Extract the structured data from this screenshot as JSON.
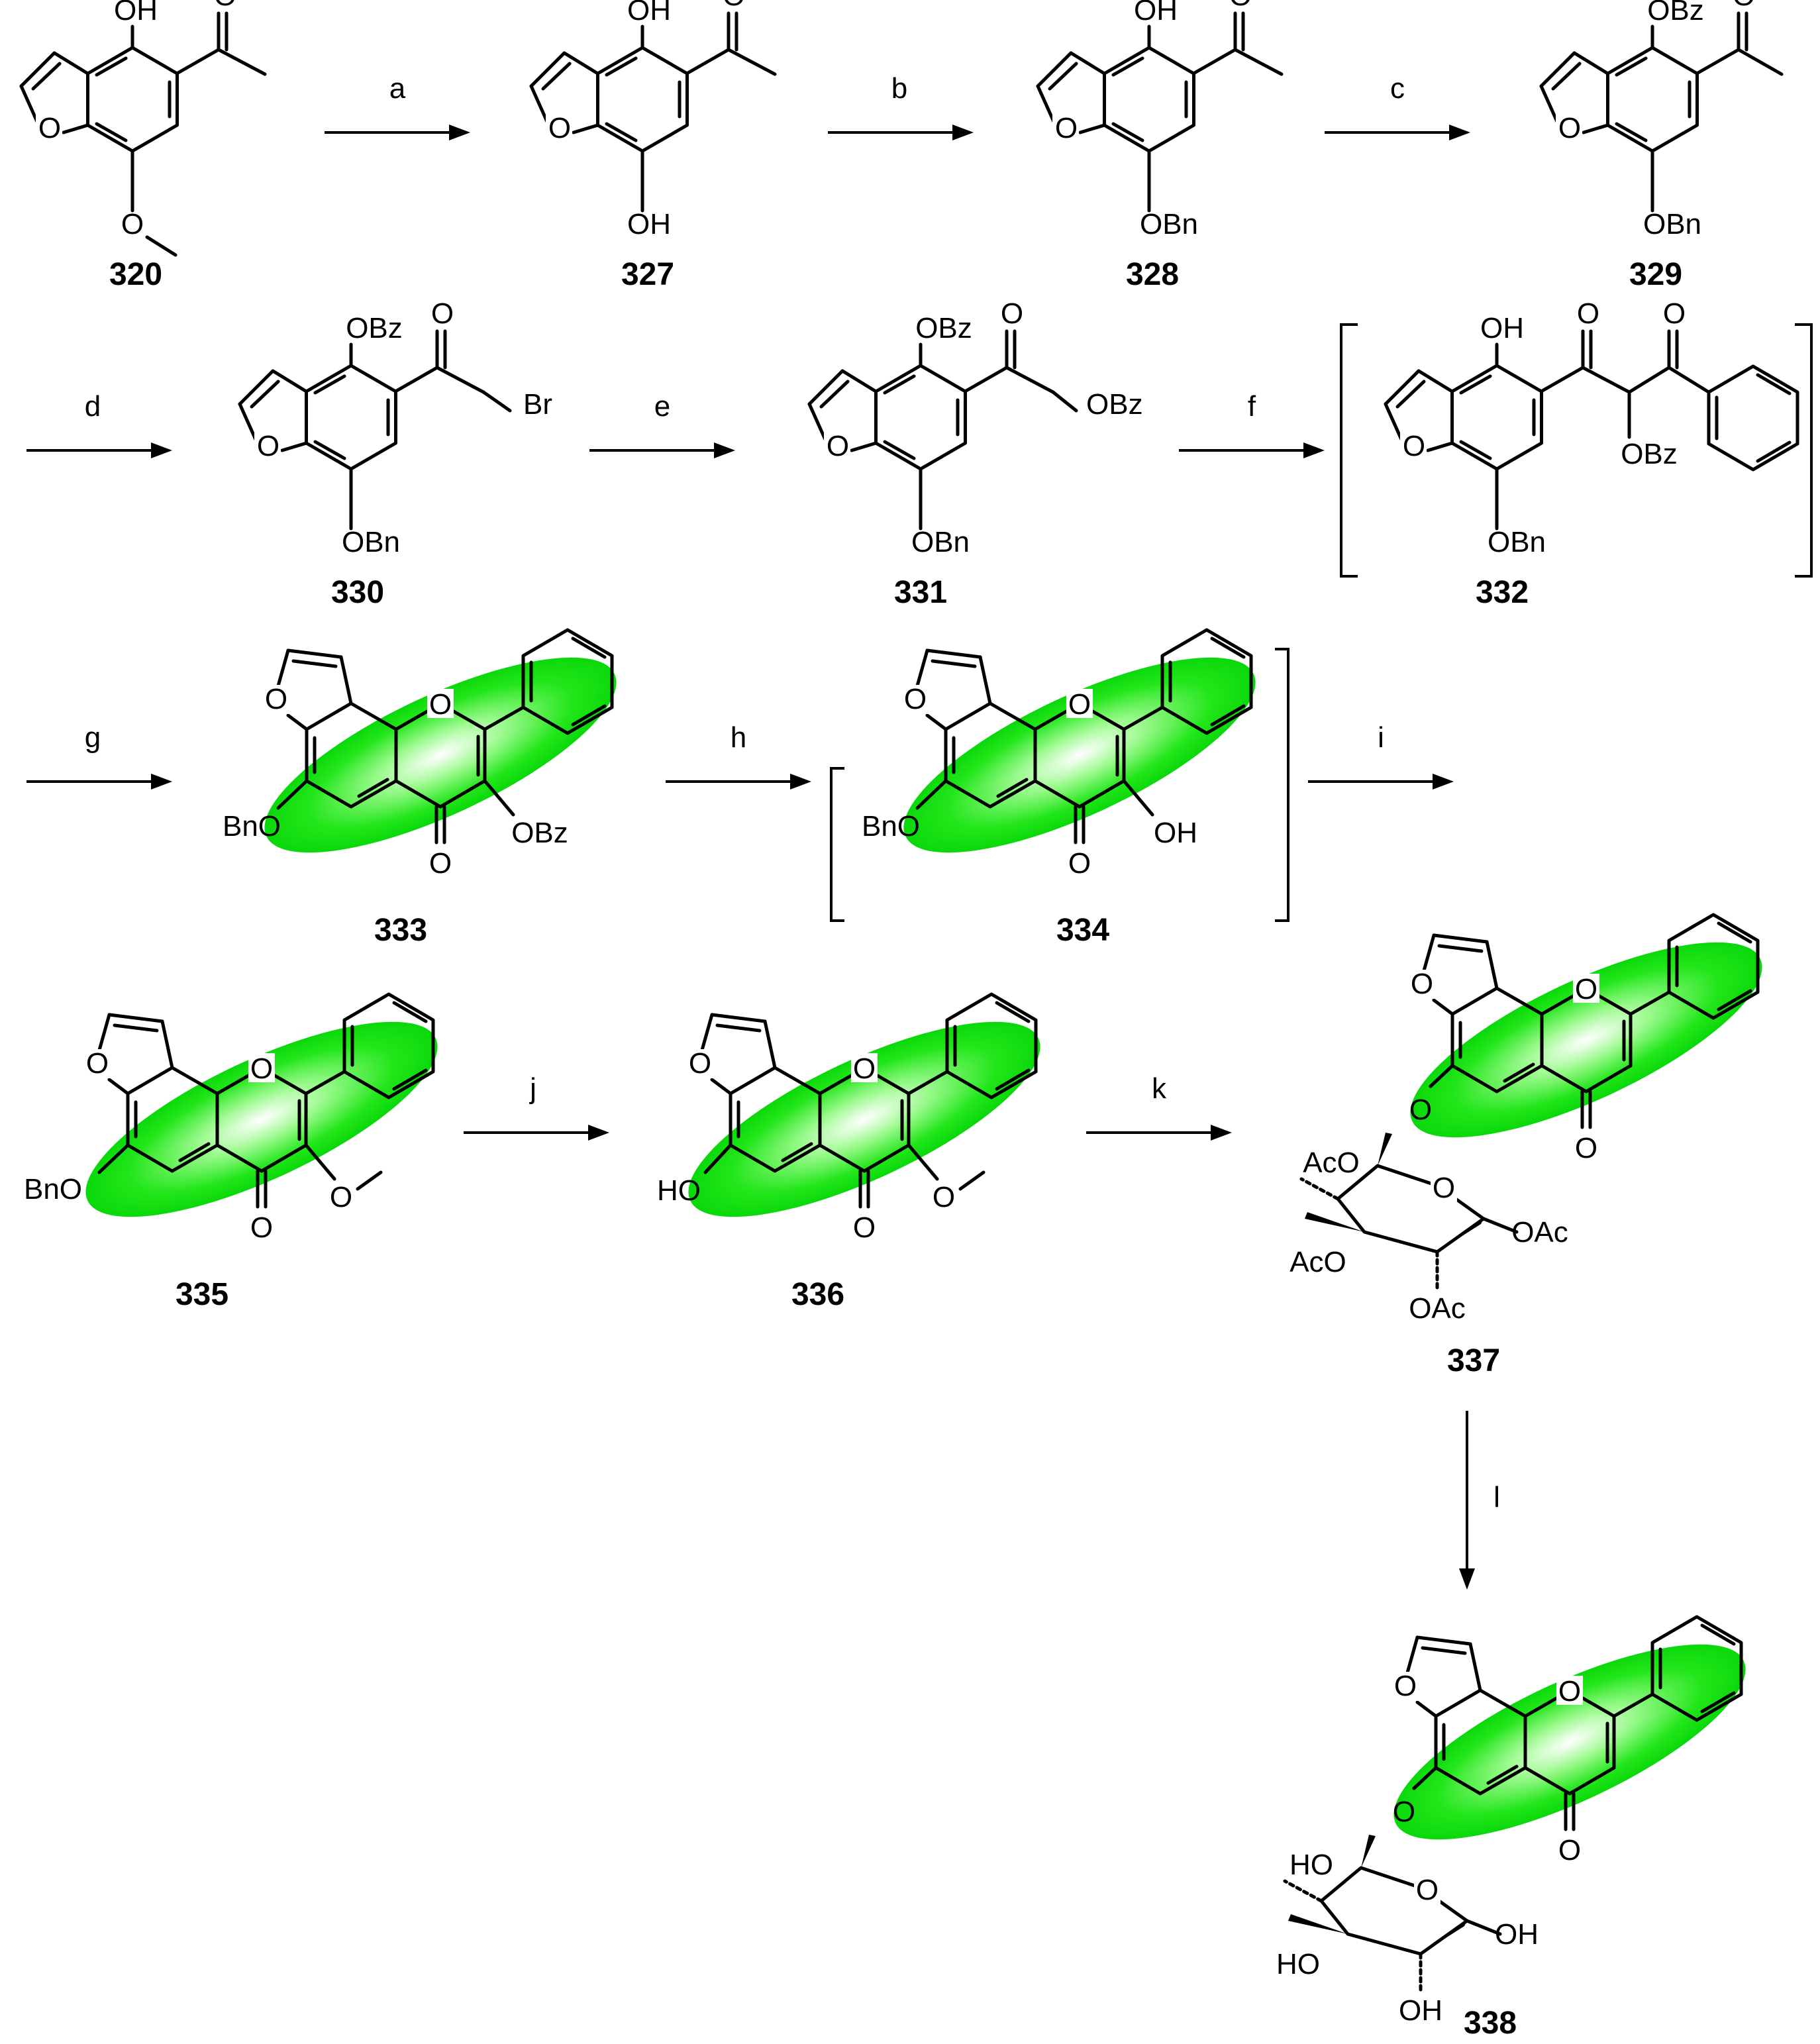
{
  "compounds": {
    "c320": "320",
    "c327": "327",
    "c328": "328",
    "c329": "329",
    "c330": "330",
    "c331": "331",
    "c332": "332",
    "c333": "333",
    "c334": "334",
    "c335": "335",
    "c336": "336",
    "c337": "337",
    "c338": "338"
  },
  "steps": {
    "a": "a",
    "b": "b",
    "c": "c",
    "d": "d",
    "e": "e",
    "f": "f",
    "g": "g",
    "h": "h",
    "i": "i",
    "j": "j",
    "k": "k",
    "l": "l"
  },
  "atoms": {
    "OH": "OH",
    "HO": "HO",
    "O": "O",
    "OBz": "OBz",
    "OBn": "OBn",
    "BnO": "BnO",
    "Br": "Br",
    "OAc": "OAc",
    "AcO": "AcO"
  },
  "highlight_color": "#00ee00"
}
